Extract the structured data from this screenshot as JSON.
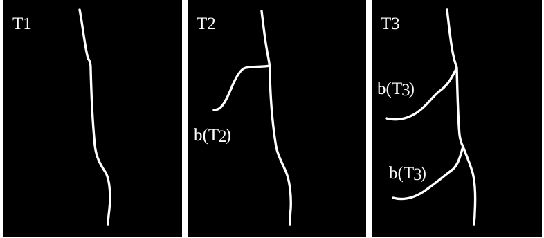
{
  "colors": {
    "background": "#000000",
    "stroke": "#ffffff",
    "text": "#ffffff"
  },
  "panels": [
    {
      "title": "T1"
    },
    {
      "title": "T2",
      "branch_label": {
        "prefix": "b(T",
        "subscript": "2",
        "suffix": ")"
      }
    },
    {
      "title": "T3",
      "branch_labels": [
        {
          "prefix": "b(T",
          "subscript": "3",
          "suffix": ")"
        },
        {
          "prefix": "b(T",
          "subscript": "3",
          "suffix": ")"
        }
      ]
    }
  ]
}
